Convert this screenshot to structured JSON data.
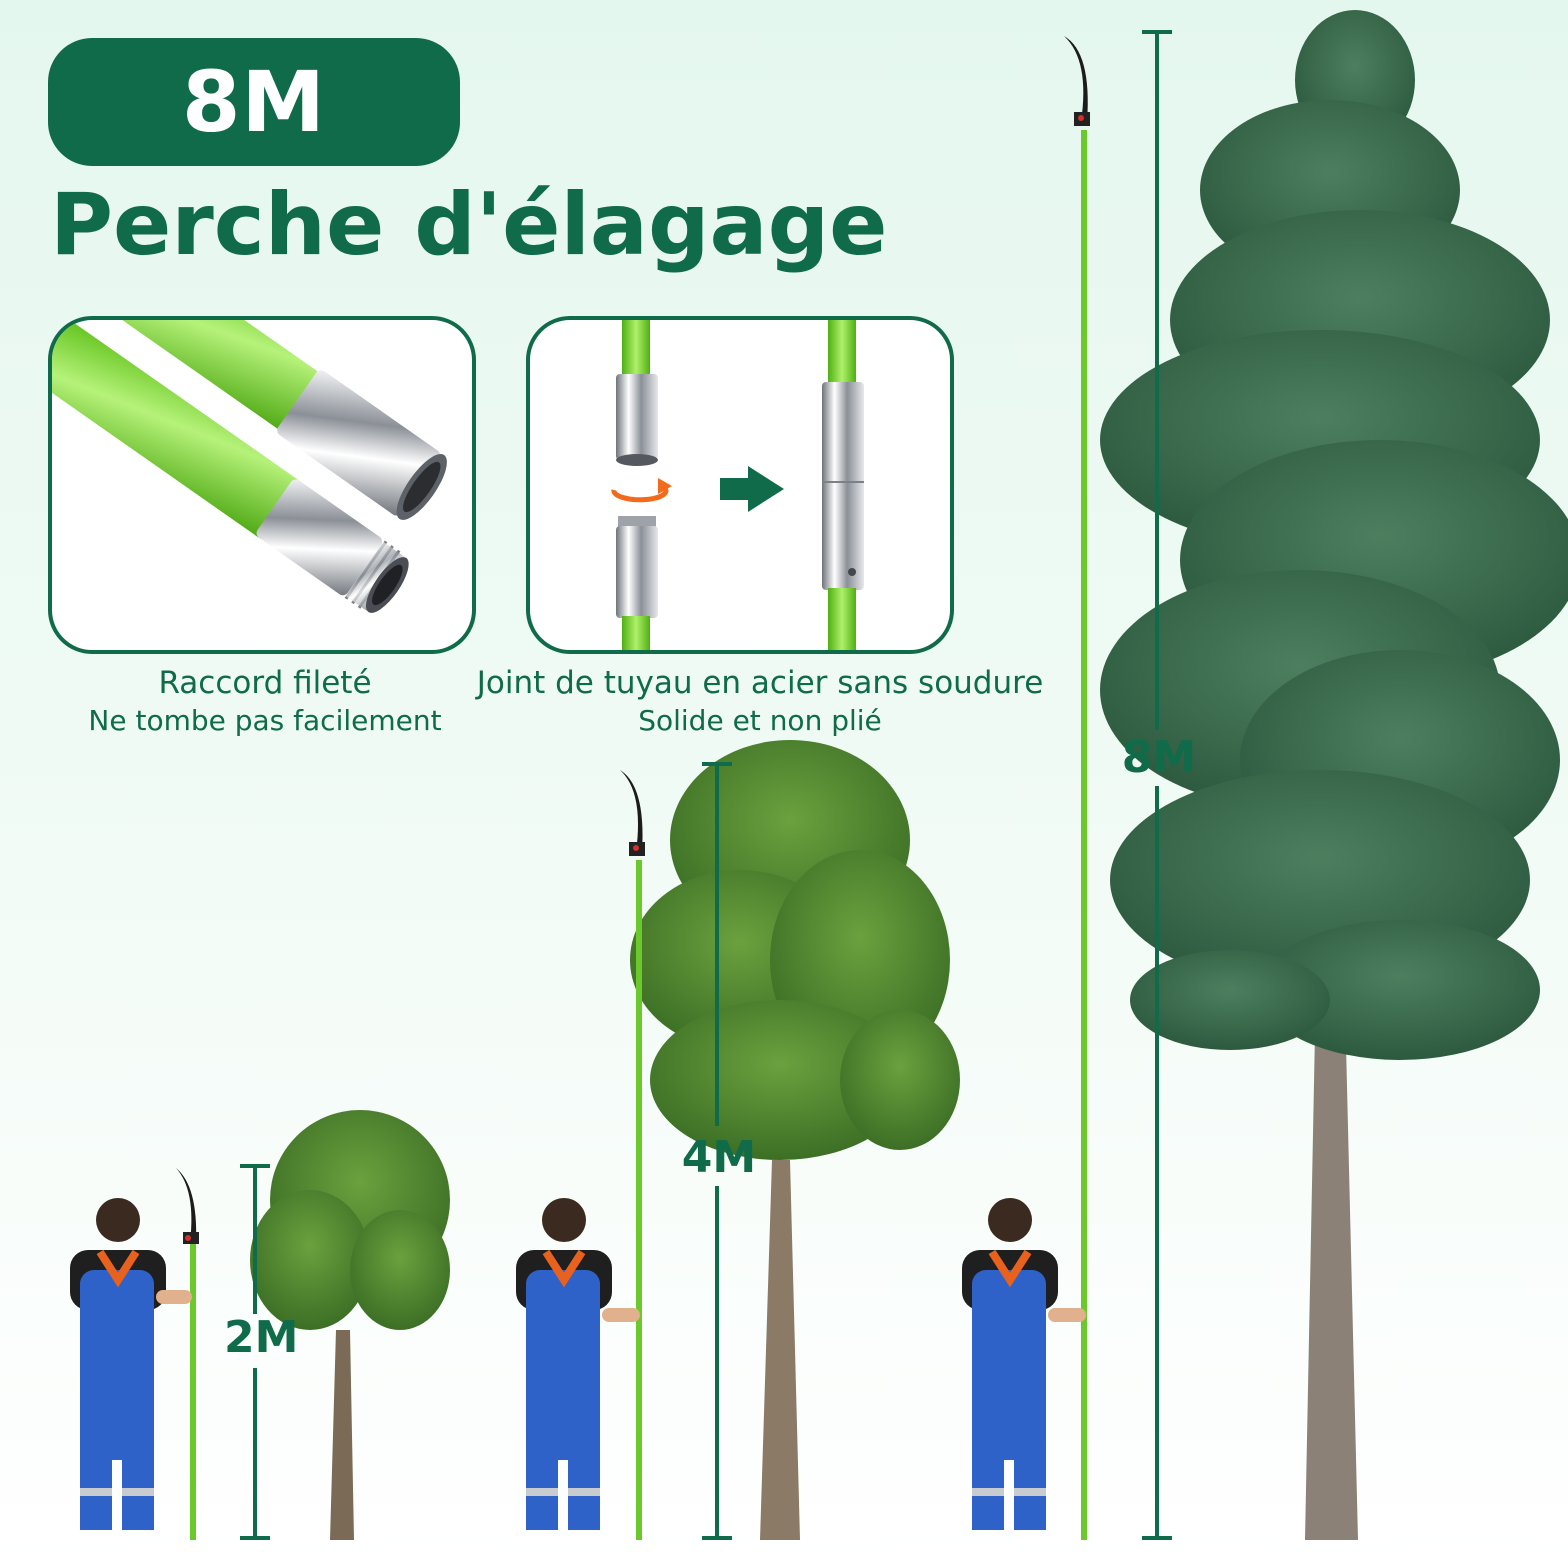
{
  "badge": {
    "text": "8M"
  },
  "heading": {
    "text": "Perche d'élagage"
  },
  "features": [
    {
      "line1": "Raccord fileté",
      "line2": "Ne tombe pas facilement"
    },
    {
      "line1": "Joint de tuyau en acier sans soudure",
      "line2": "Solide et non plié"
    }
  ],
  "heights": [
    {
      "label": "2M"
    },
    {
      "label": "4M"
    },
    {
      "label": "8M"
    }
  ],
  "colors": {
    "brand_green": "#0f6b4a",
    "pole_green": "#7ed321",
    "chrome": "#c9ccd1",
    "rotate_orange": "#f26b1d",
    "overall_blue": "#2f62c9",
    "strap_orange": "#e8621e"
  },
  "icons": {
    "rotate": "rotate-arrow-icon",
    "arrow": "right-arrow-icon"
  }
}
